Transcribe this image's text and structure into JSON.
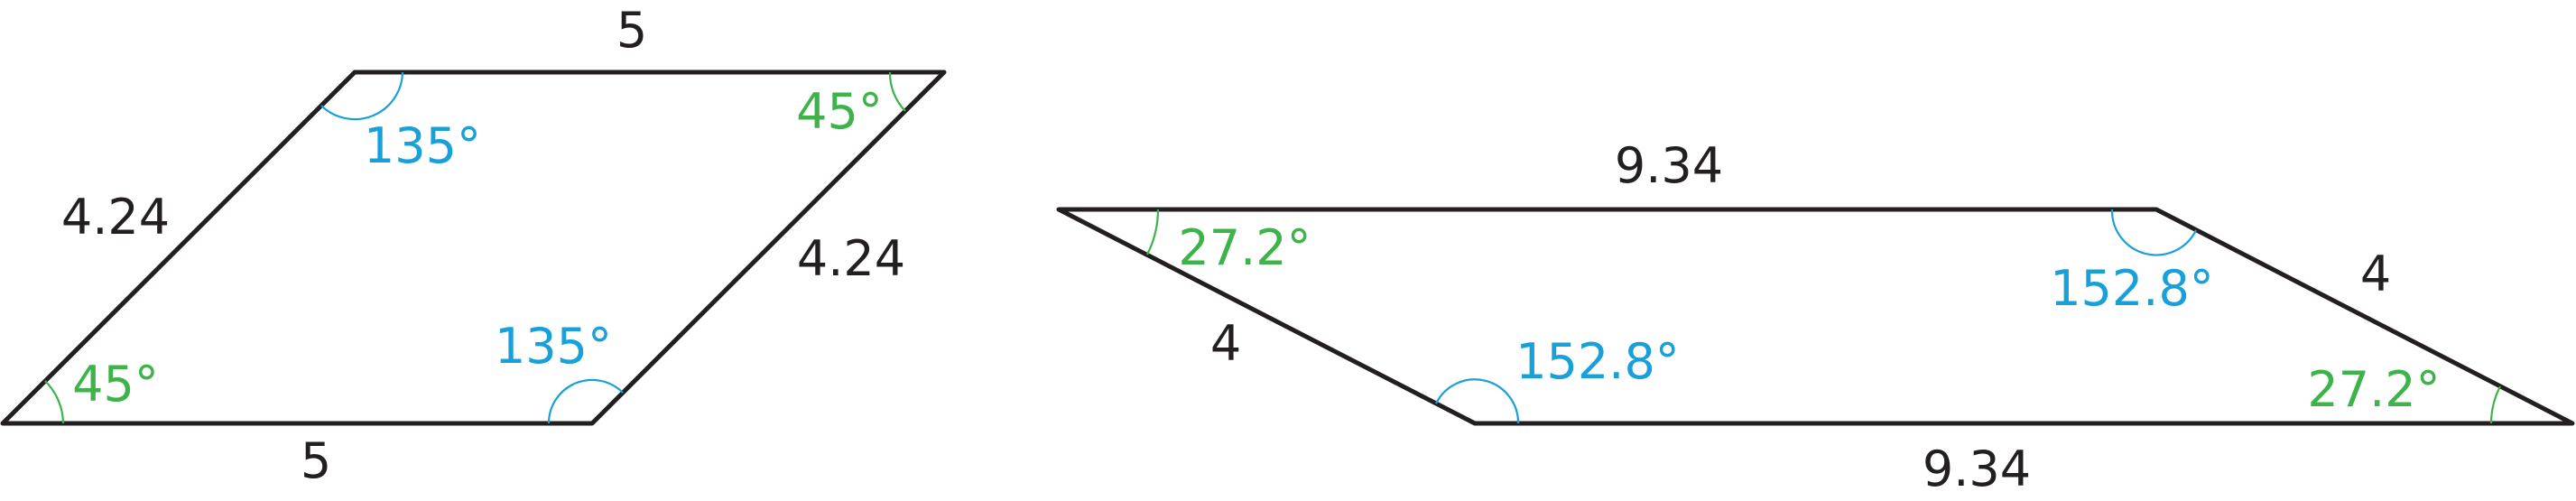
{
  "figures": [
    {
      "name": "parallelogram-a",
      "sides": {
        "top": "5",
        "bottom": "5",
        "left": "4.24",
        "right": "4.24"
      },
      "angles": {
        "top_left": "135°",
        "top_right": "45°",
        "bottom_left": "45°",
        "bottom_right": "135°"
      }
    },
    {
      "name": "parallelogram-b",
      "sides": {
        "top": "9.34",
        "bottom": "9.34",
        "left": "4",
        "right": "4"
      },
      "angles": {
        "top_left": "27.2°",
        "top_right": "152.8°",
        "bottom_left": "152.8°",
        "bottom_right": "27.2°"
      }
    }
  ],
  "colors": {
    "obtuse_angle": "#1aa0d8",
    "acute_angle": "#3db34a",
    "edge": "#231f20"
  }
}
